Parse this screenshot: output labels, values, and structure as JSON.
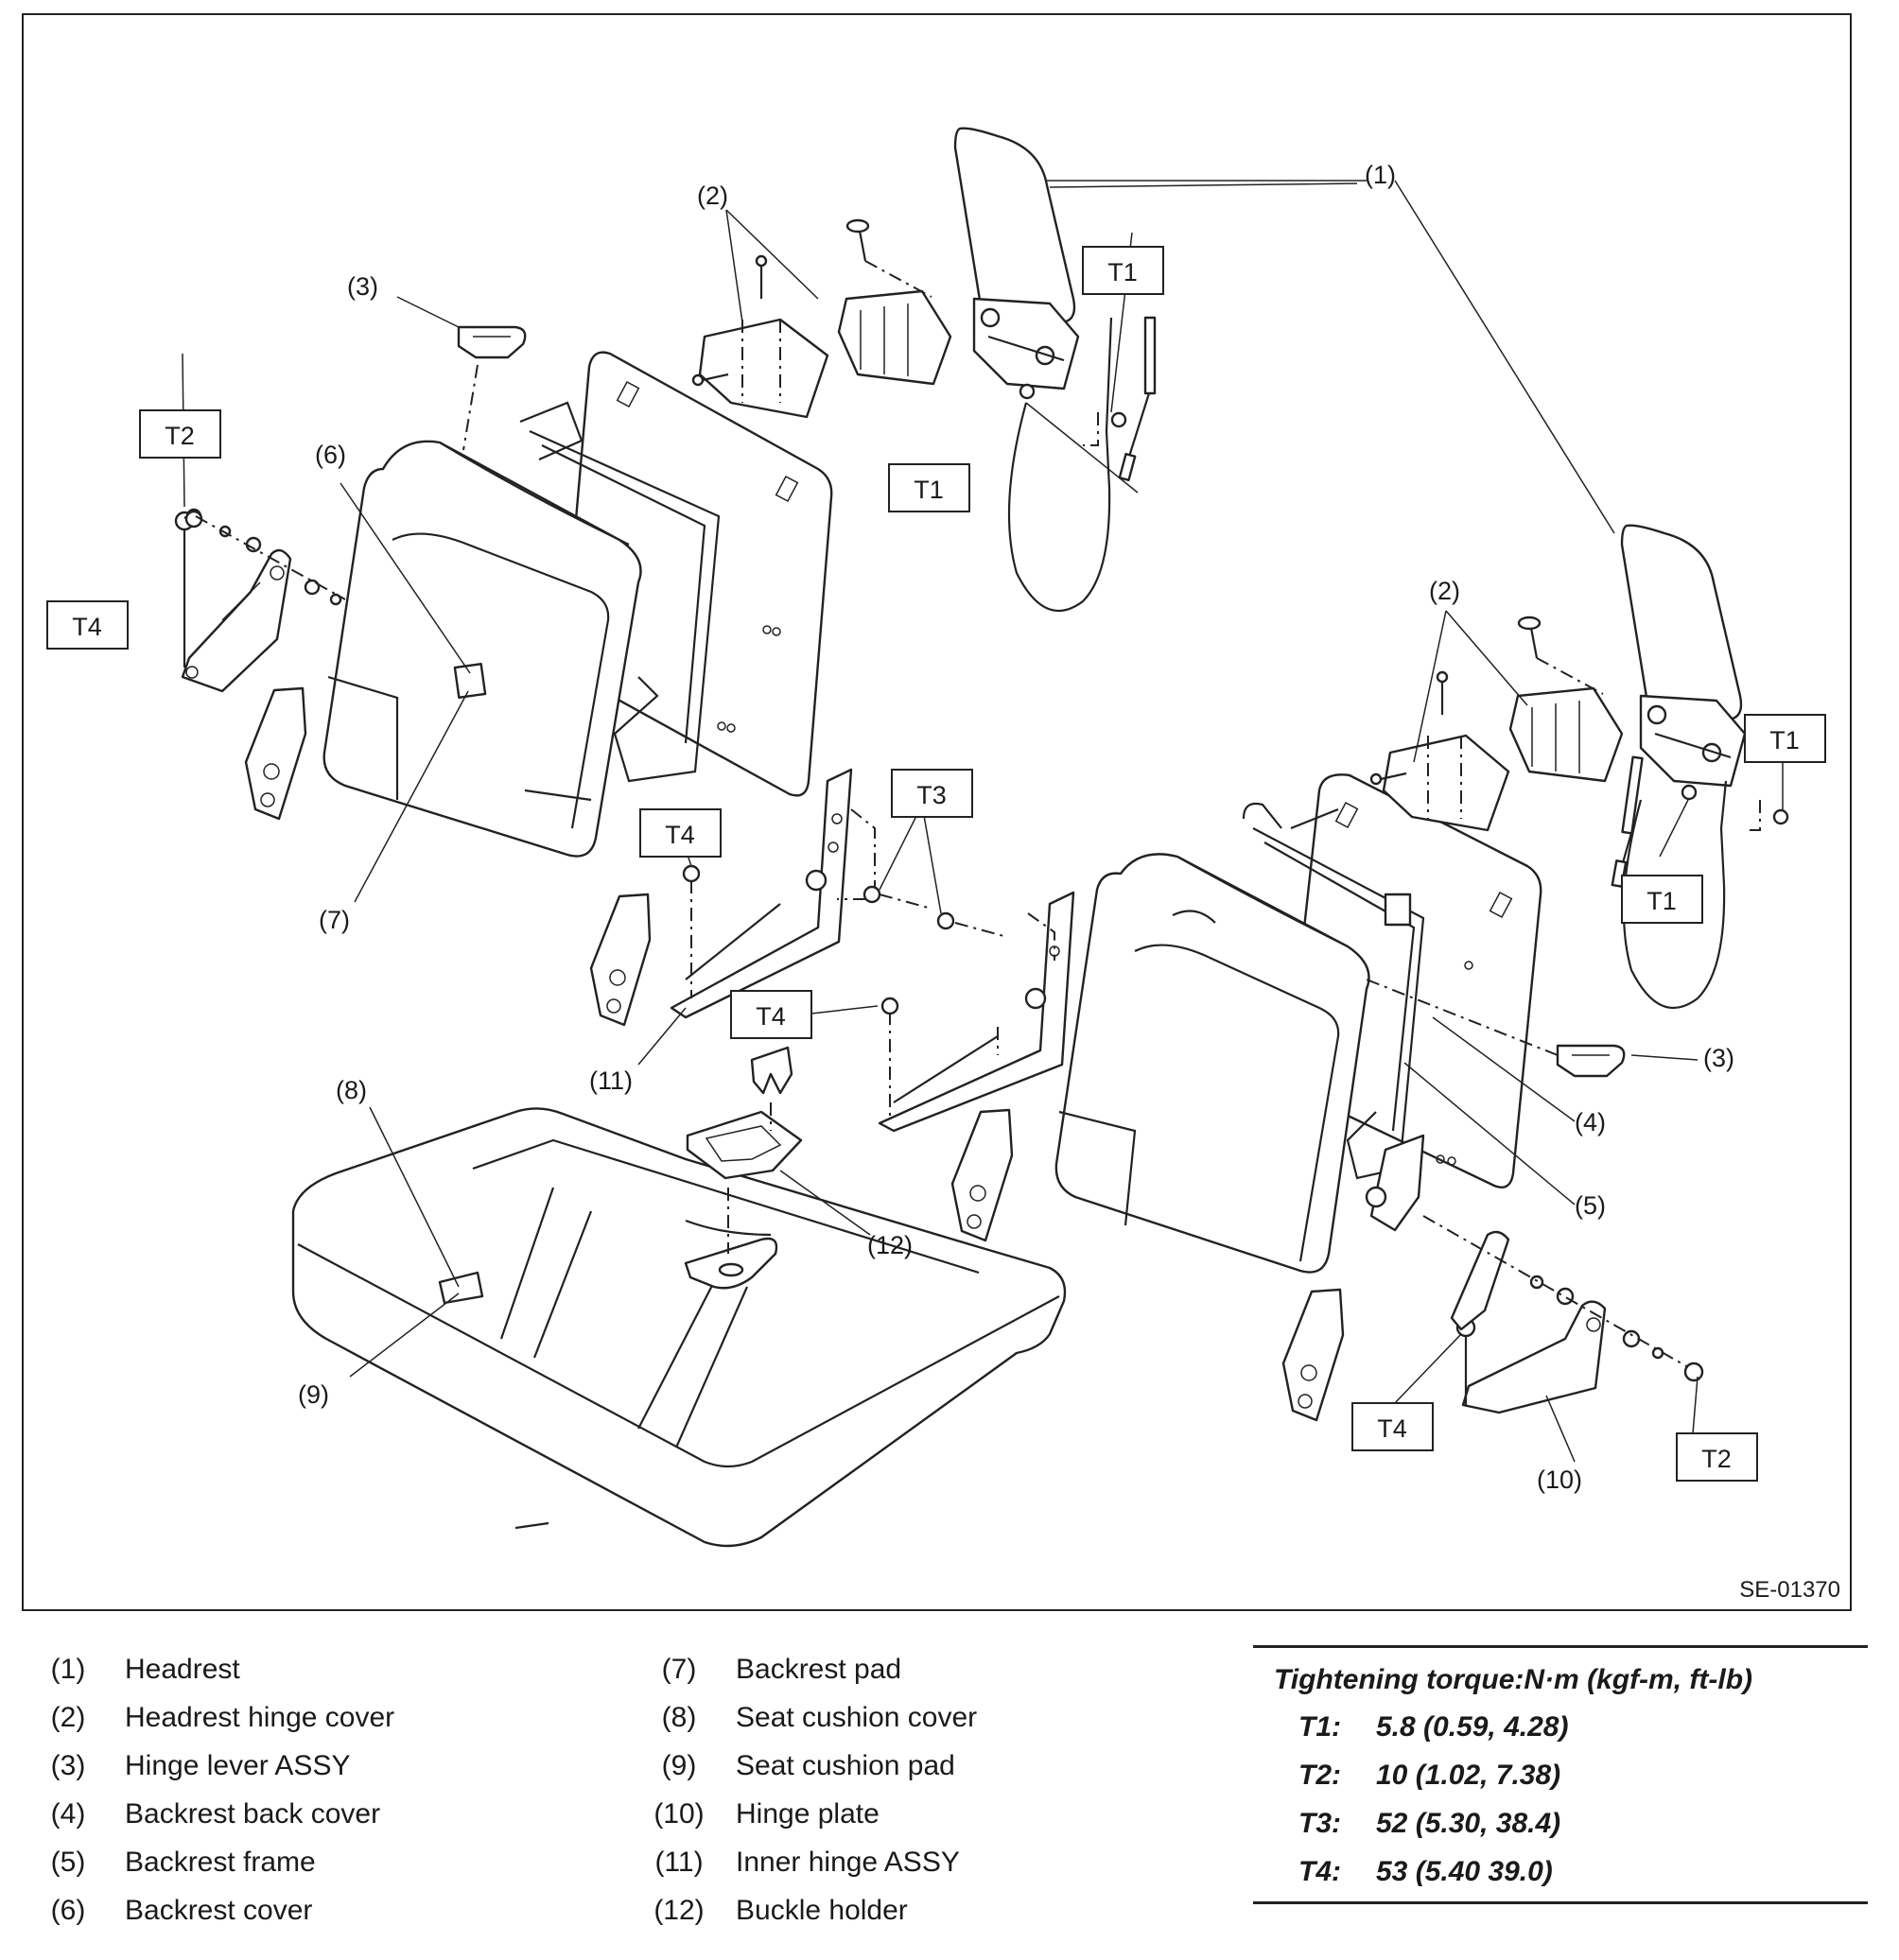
{
  "diagram": {
    "figure_code": "SE-01370",
    "callouts": {
      "c1": "(1)",
      "c2a": "(2)",
      "c2b": "(2)",
      "c3a": "(3)",
      "c3b": "(3)",
      "c4": "(4)",
      "c5": "(5)",
      "c6": "(6)",
      "c7": "(7)",
      "c8": "(8)",
      "c9": "(9)",
      "c10": "(10)",
      "c11": "(11)",
      "c12": "(12)"
    },
    "torque_boxes": {
      "t1a": "T1",
      "t1b": "T1",
      "t1c": "T1",
      "t1d": "T1",
      "t2a": "T2",
      "t2b": "T2",
      "t3": "T3",
      "t4a": "T4",
      "t4b": "T4",
      "t4c": "T4",
      "t4d": "T4"
    }
  },
  "legend": [
    {
      "num": "(1)",
      "label": "Headrest"
    },
    {
      "num": "(2)",
      "label": "Headrest hinge cover"
    },
    {
      "num": "(3)",
      "label": "Hinge lever ASSY"
    },
    {
      "num": "(4)",
      "label": "Backrest back cover"
    },
    {
      "num": "(5)",
      "label": "Backrest frame"
    },
    {
      "num": "(6)",
      "label": "Backrest cover"
    },
    {
      "num": "(7)",
      "label": "Backrest pad"
    },
    {
      "num": "(8)",
      "label": "Seat cushion cover"
    },
    {
      "num": "(9)",
      "label": "Seat cushion pad"
    },
    {
      "num": "(10)",
      "label": "Hinge plate"
    },
    {
      "num": "(11)",
      "label": "Inner hinge ASSY"
    },
    {
      "num": "(12)",
      "label": "Buckle holder"
    }
  ],
  "torque": {
    "title": "Tightening torque:N·m (kgf-m, ft-lb)",
    "rows": [
      {
        "code": "T1:",
        "value": "5.8 (0.59, 4.28)"
      },
      {
        "code": "T2:",
        "value": "10 (1.02, 7.38)"
      },
      {
        "code": "T3:",
        "value": "52 (5.30, 38.4)"
      },
      {
        "code": "T4:",
        "value": "53 (5.40 39.0)"
      }
    ]
  }
}
